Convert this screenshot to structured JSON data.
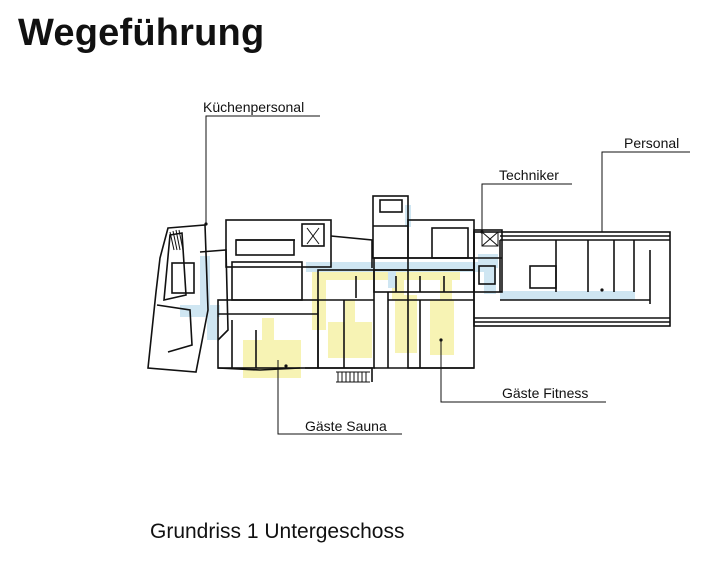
{
  "title": "Wegeführung",
  "caption": "Grundriss 1 Untergeschoss",
  "labels": {
    "kuechenpersonal": "Küchenpersonal",
    "personal": "Personal",
    "techniker": "Techniker",
    "gaeste_fitness": "Gäste Fitness",
    "gaeste_sauna": "Gäste Sauna"
  },
  "colors": {
    "route_staff": "#cfe6f2",
    "route_guest": "#f7f3b4",
    "walls": "#111111"
  }
}
